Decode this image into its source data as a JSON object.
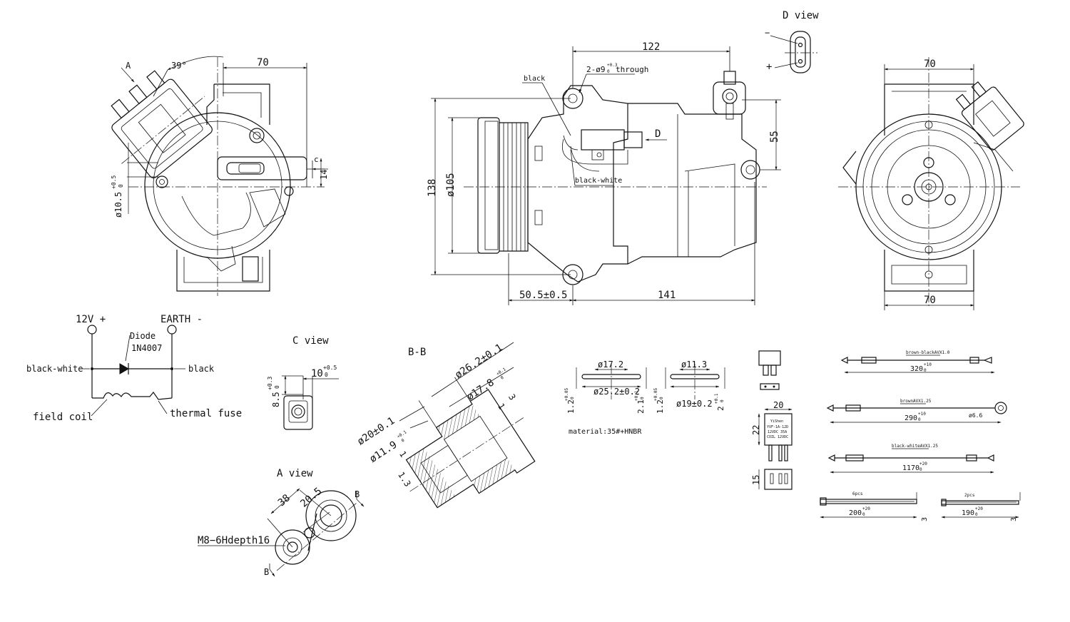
{
  "views": {
    "d_view": "D view",
    "c_view": "C view",
    "a_view": "A view",
    "bb_section": "B-B",
    "arrow_a": "A",
    "arrow_d": "D",
    "arrow_c": "c",
    "arrow_b1": "B",
    "arrow_b2": "B"
  },
  "connector": {
    "minus": "−",
    "plus": "+"
  },
  "front_view": {
    "angle": "39°",
    "width": "70",
    "height_14": "14",
    "boss_dia": "ø10.5",
    "boss_tol": "+0.5",
    "boss_tol_low": "0"
  },
  "side_view": {
    "length_122": "122",
    "holes": "2-ø9",
    "holes_tol": "+0.3",
    "holes_tol_low": "0",
    "holes_suffix": "through",
    "wire_black": "black",
    "wire_black_white": "black-white",
    "height_55": "55",
    "height_138": "138",
    "dia_105": "ø105",
    "offset_50": "50.5±0.5",
    "length_141": "141"
  },
  "rear_view": {
    "width_top": "70",
    "width_bottom": "70"
  },
  "circuit": {
    "v12": "12V +",
    "earth": "EARTH -",
    "diode": "Diode",
    "diode_part": "1N4007",
    "black_white": "black-white",
    "black": "black",
    "field_coil": "field coil",
    "thermal_fuse": "thermal fuse"
  },
  "c_view": {
    "dim_width": "10",
    "dim_width_tol": "+0.5",
    "dim_width_tol_low": "0",
    "dim_height": "8.5",
    "dim_height_tol": "+0.3",
    "dim_height_tol_low": "0"
  },
  "bb": {
    "d26": "ø26.2±0.1",
    "d17": "ø17.8",
    "d17_tol": "+0.1",
    "d17_tol_low": "0",
    "d20": "ø20±0.1",
    "d11": "ø11.9",
    "d11_tol": "+0.1",
    "d11_tol_low": "0",
    "d3": "3",
    "d1": "1",
    "d1b": "1",
    "d13": "1.3"
  },
  "a_view": {
    "d38": "38",
    "d20": "20.5",
    "thread": "M8−6Hdepth16"
  },
  "orings": {
    "r1_inner": "ø17.2",
    "r1_outer": "ø25.2±0.2",
    "r1_left_thk": "1.2",
    "r1_left_tol": "+0.05",
    "r1_left_tol_low": "0",
    "r1_right_thk": "2.1",
    "r1_right_tol": "+0.1",
    "r1_right_tol_low": "0",
    "r2_inner": "ø11.3",
    "r2_outer": "ø19±0.2",
    "r2_left_thk": "1.2",
    "r2_left_tol": "+0.05",
    "r2_left_tol_low": "0",
    "r2_right_thk": "2",
    "r2_right_tol": "+0.1",
    "r2_right_tol_low": "0",
    "material": "material:35#+HNBR"
  },
  "relay": {
    "w": "20",
    "h": "22",
    "h2": "15",
    "l1": "YiShen",
    "l2": "YVF-1A-12D",
    "l3": "12VDC 35A",
    "l4": "COIL 12VDC"
  },
  "harness": {
    "w1_label": "brown-blackAVX1.0",
    "w1_len": "320",
    "w1_tol": "+10",
    "w1_tol_low": "0",
    "w2_label": "brownAVX1.25",
    "w2_len": "290",
    "w2_tol": "+10",
    "w2_tol_low": "0",
    "w2_eye": "ø6.6",
    "w3_label": "black-whiteAVX1.25",
    "w3_len": "1170",
    "w3_tol": "+20",
    "w3_tol_low": "0",
    "tie1_qty": "6pcs",
    "tie1_len": "200",
    "tie1_tol": "+20",
    "tie1_tol_low": "0",
    "tie1_w": "3",
    "tie2_qty": "2pcs",
    "tie2_len": "190",
    "tie2_tol": "+20",
    "tie2_tol_low": "0",
    "tie2_w": "3"
  }
}
